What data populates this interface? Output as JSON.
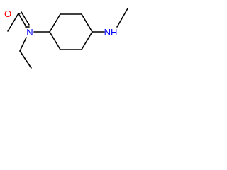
{
  "molecule": {
    "atoms": {
      "carbonyl_oxygen": {
        "symbol": "O",
        "color": "#ff0000"
      },
      "amide_nitrogen": {
        "symbol": "N",
        "color": "#0000ff"
      },
      "amine_nh": {
        "symbol": "NH",
        "color": "#0000ff"
      }
    },
    "bond_color": "#000000"
  }
}
